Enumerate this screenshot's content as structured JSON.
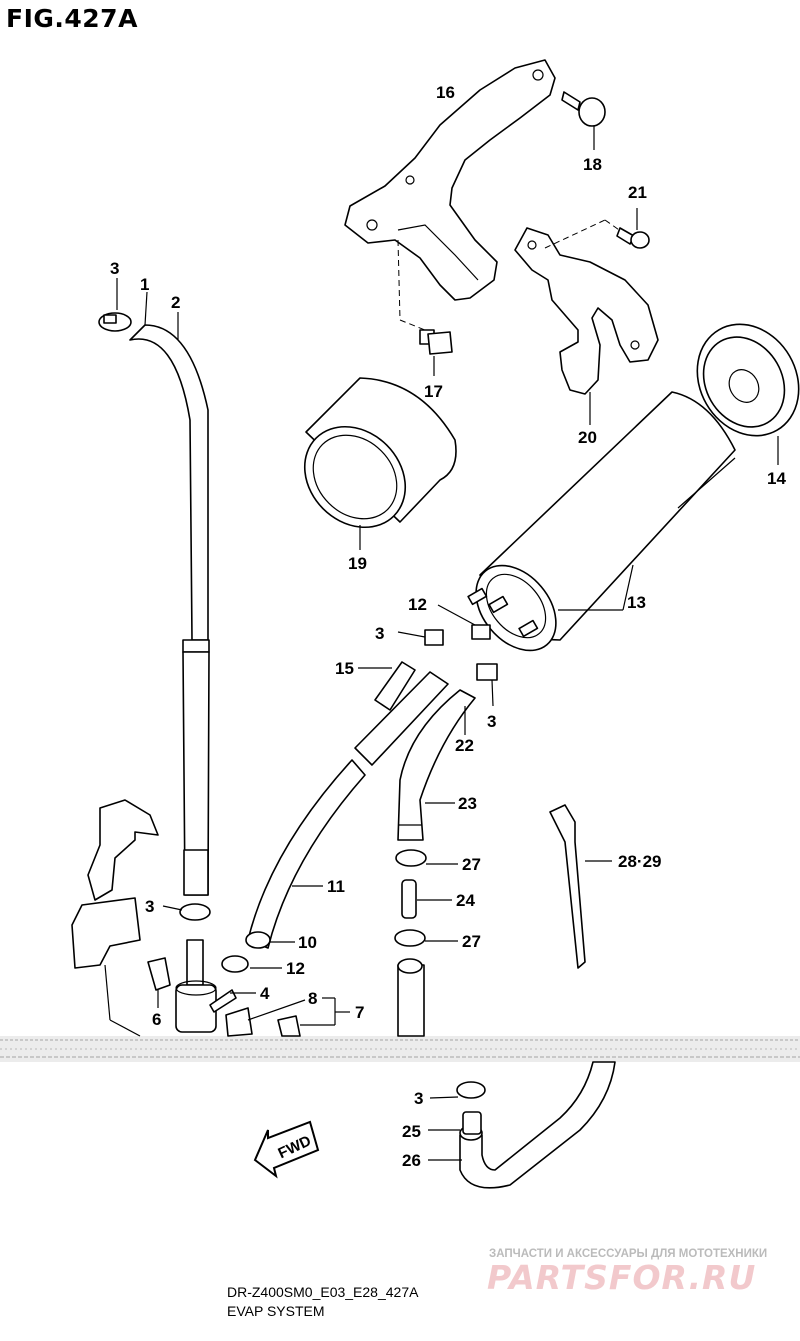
{
  "figure": {
    "title": "FIG.427A",
    "model_code": "DR-Z400SM0_E03_E28_427A",
    "section_title": "EVAP SYSTEM",
    "direction_label": "FWD"
  },
  "callouts": {
    "c1": "1",
    "c2": "2",
    "c3a": "3",
    "c3b": "3",
    "c3c": "3",
    "c3d": "3",
    "c3e": "3",
    "c4": "4",
    "c6": "6",
    "c7": "7",
    "c8": "8",
    "c10": "10",
    "c11": "11",
    "c12a": "12",
    "c12b": "12",
    "c13": "13",
    "c14": "14",
    "c15": "15",
    "c16": "16",
    "c17": "17",
    "c18": "18",
    "c19": "19",
    "c20": "20",
    "c21": "21",
    "c22": "22",
    "c23": "23",
    "c24": "24",
    "c25": "25",
    "c26": "26",
    "c27a": "27",
    "c27b": "27",
    "c2829": "28·29"
  },
  "watermark": {
    "tagline": "ЗАПЧАСТИ И АКСЕССУАРЫ ДЛЯ МОТОТЕХНИКИ",
    "logo": "PARTSFOR.RU"
  }
}
